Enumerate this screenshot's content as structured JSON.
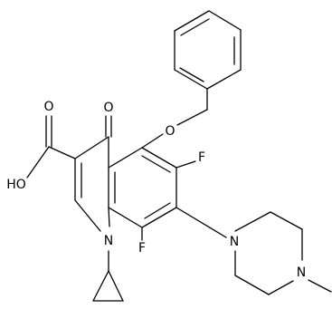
{
  "diagram": {
    "type": "chemical-structure",
    "atoms": {
      "o_carbonyl_ketone": "O",
      "o_ether": "O",
      "o_hydroxyl": "HO",
      "o_carbonyl_acid": "O",
      "f_c6": "F",
      "f_c8": "F",
      "n_quinolone": "N",
      "n_piperazine_1": "N",
      "n_piperazine_4": "N"
    },
    "colors": {
      "ink": "#000000",
      "background": "#ffffff"
    }
  }
}
